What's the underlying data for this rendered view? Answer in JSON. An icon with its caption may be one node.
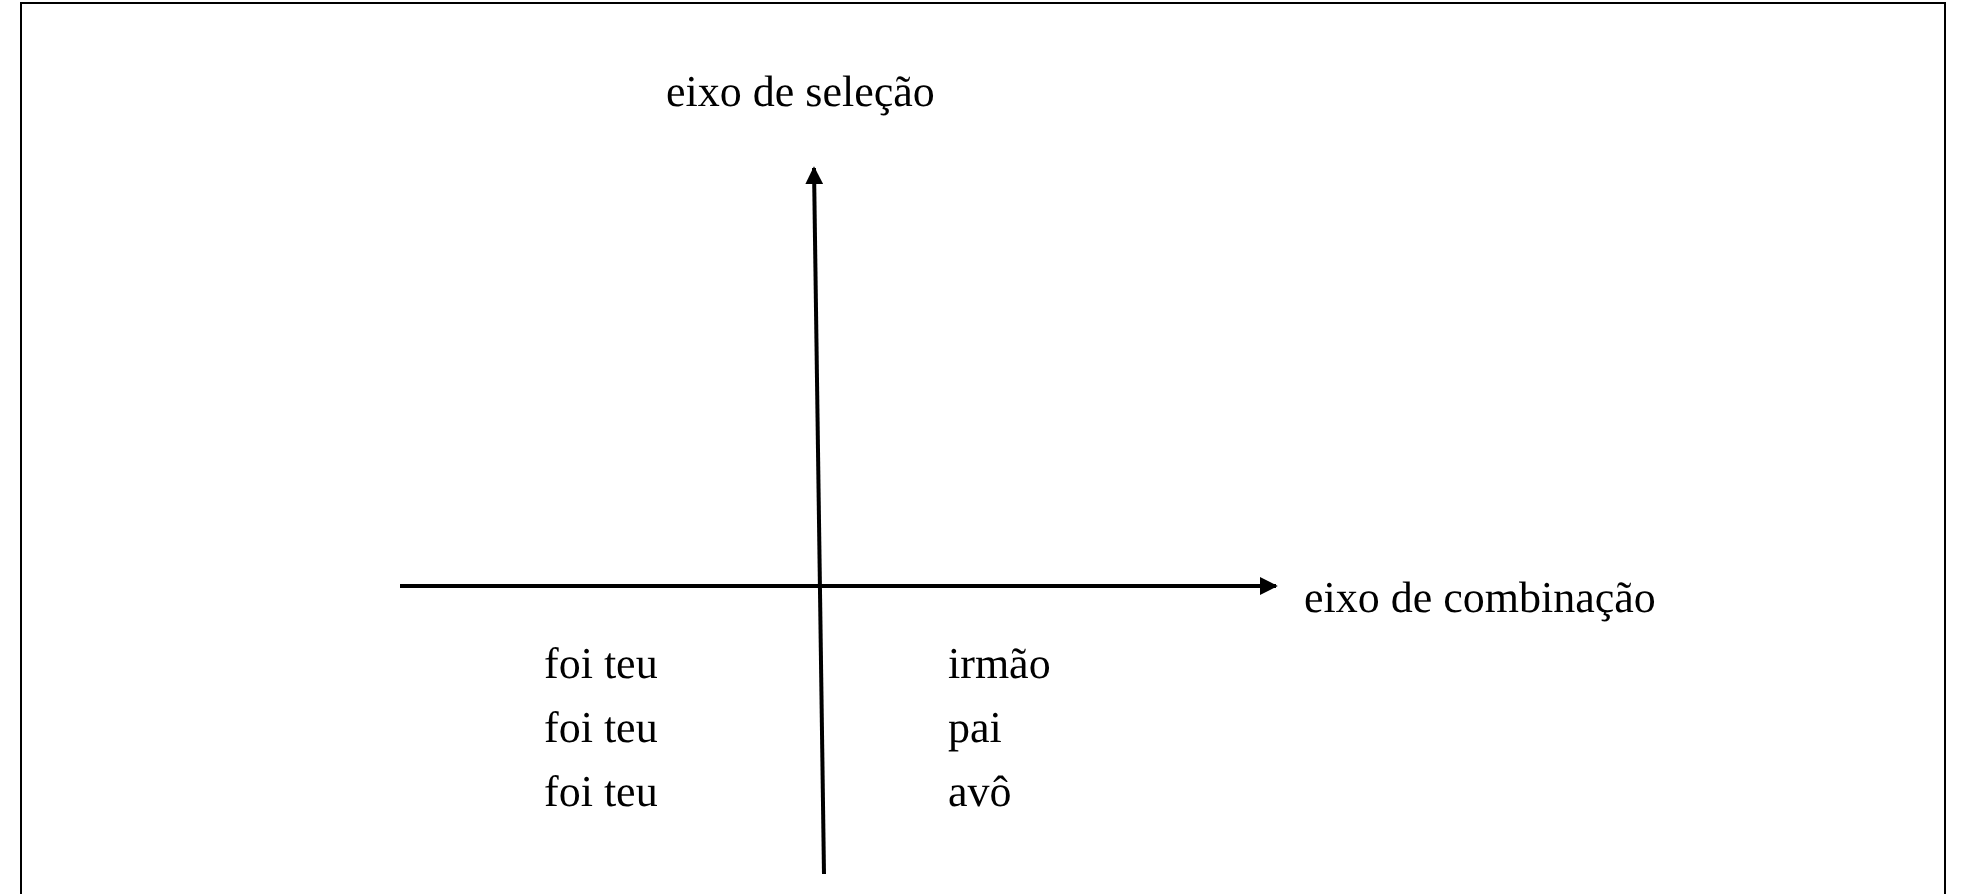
{
  "diagram": {
    "labels": [
      "eixo de seleção",
      "eixo de combinação",
      "foi teu",
      "irmão",
      "foi teu",
      "pai",
      "foi teu",
      "avô"
    ]
  }
}
